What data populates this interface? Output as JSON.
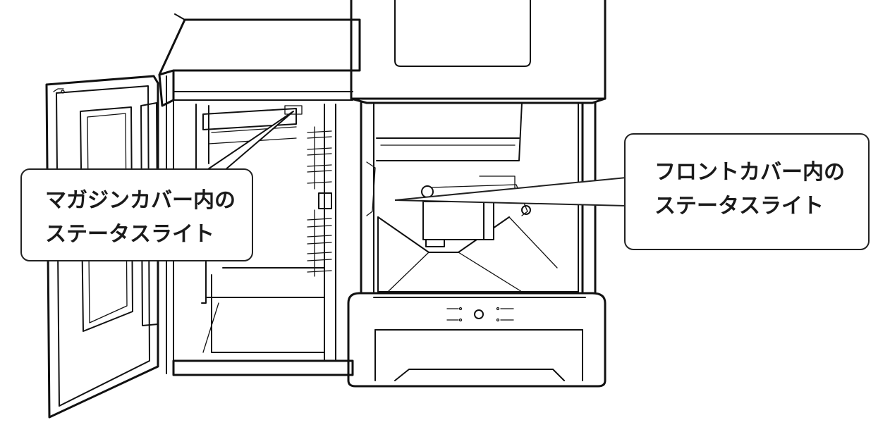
{
  "callouts": {
    "magazine": {
      "line1": "マガジンカバー内の",
      "line2": "ステータスライト"
    },
    "front": {
      "line1": "フロントカバー内の",
      "line2": "ステータスライト"
    }
  }
}
